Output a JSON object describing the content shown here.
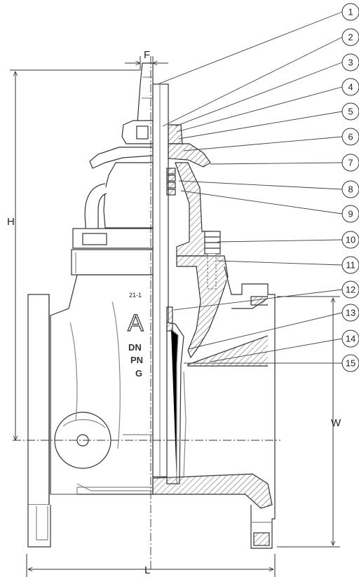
{
  "dimensions": {
    "f_label": "F",
    "h_label": "H",
    "w_label": "W",
    "l_label": "L"
  },
  "body_markings": {
    "model": "21-1",
    "logo_glyph": "A",
    "dn": "DN",
    "pn": "PN",
    "g": "G"
  },
  "callouts": [
    {
      "number": "1"
    },
    {
      "number": "2"
    },
    {
      "number": "3"
    },
    {
      "number": "4"
    },
    {
      "number": "5"
    },
    {
      "number": "6"
    },
    {
      "number": "7"
    },
    {
      "number": "8"
    },
    {
      "number": "9"
    },
    {
      "number": "10"
    },
    {
      "number": "11"
    },
    {
      "number": "12"
    },
    {
      "number": "13"
    },
    {
      "number": "14"
    },
    {
      "number": "15"
    }
  ],
  "colors": {
    "line": "#333333",
    "light_line": "#888888",
    "hatch": "#555555",
    "fill": "#ffffff"
  }
}
